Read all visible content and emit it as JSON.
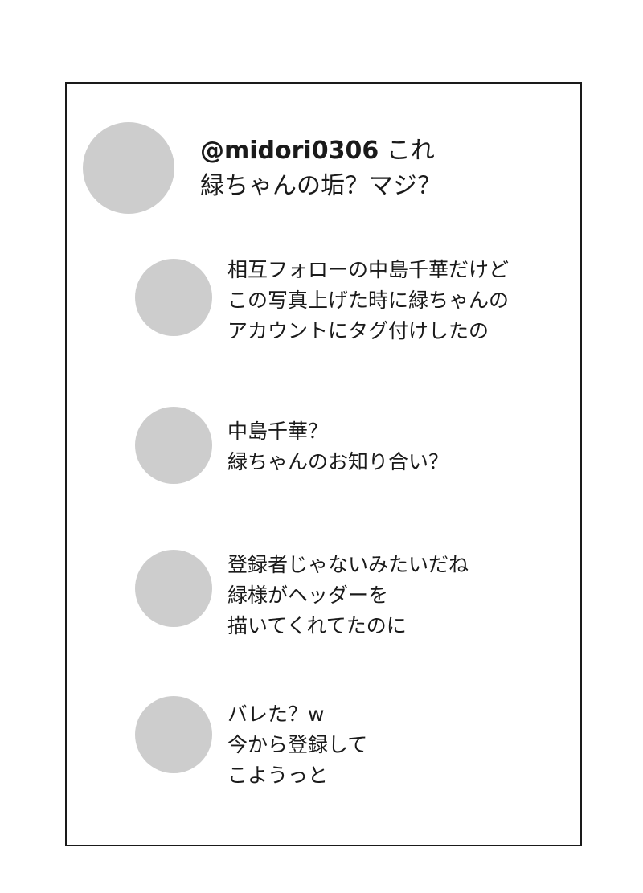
{
  "main_post": {
    "handle": "@midori0306",
    "line1_rest": " これ",
    "line2": "緑ちゃんの垢？マジ？"
  },
  "replies": [
    {
      "lines": [
        "相互フォローの中島千華だけど",
        "この写真上げた時に緑ちゃんの",
        "アカウントにタグ付けしたの"
      ]
    },
    {
      "lines": [
        "中島千華？",
        "緑ちゃんのお知り合い？"
      ]
    },
    {
      "lines": [
        "登録者じゃないみたいだね",
        "緑様がヘッダーを",
        "描いてくれてたのに"
      ]
    },
    {
      "lines": [
        "バレた？w",
        "今から登録して",
        "こようっと"
      ]
    }
  ],
  "colors": {
    "avatar_placeholder": "#cdcdcd",
    "border": "#1a1a1a",
    "text": "#1a1a1a"
  }
}
